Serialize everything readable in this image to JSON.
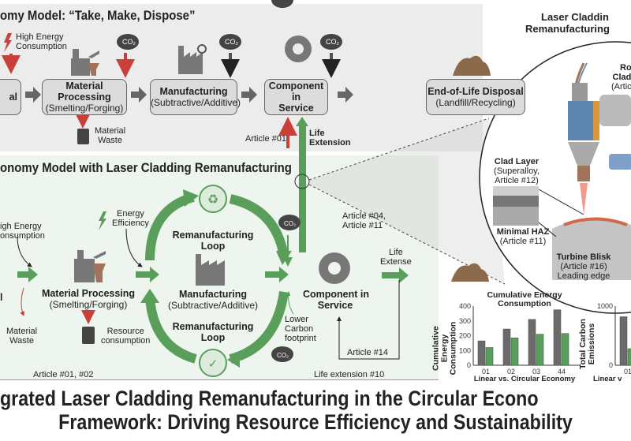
{
  "linear_panel": {
    "title": "omy Model: “Take, Make, Dispose”",
    "box_raw_partial": "al",
    "energy_note": [
      "High Energy",
      "Consumption"
    ],
    "boxes": [
      {
        "title": "Material Processing",
        "sub": "(Smelting/Forging)"
      },
      {
        "title": "Manufacturing",
        "sub": "(Subtractive/Additive)"
      },
      {
        "title": "Component in",
        "title2": "Service"
      },
      {
        "title": "End-of-Life Disposal",
        "sub": "(Landfill/Recycling)"
      }
    ],
    "co2_label": "CO₂",
    "waste_label": [
      "Material",
      "Waste"
    ],
    "article_label": "Article #01",
    "life_extension": [
      "Life",
      "Extension"
    ]
  },
  "circular_panel": {
    "title": "onomy Model with Laser Cladding Remanufacturing",
    "raw_partial": "l",
    "energy_note": [
      "igh Energy",
      "onsumption"
    ],
    "waste_label": [
      "Material",
      "Waste"
    ],
    "material_processing": {
      "title": "Material Processing",
      "sub": "(Smelting/Forging)"
    },
    "resource_label": [
      "Resource",
      "consumption"
    ],
    "efficiency_label": [
      "Energy",
      "Efficiency"
    ],
    "loop_top": [
      "Remanufacturing",
      "Loop"
    ],
    "manufacturing": {
      "title": "Manufacturing",
      "sub": "(Subtractive/Additive)"
    },
    "loop_bottom": [
      "Remanufacturing",
      "Loop"
    ],
    "co2_label": "CO₂",
    "carbon_label": [
      "Lower",
      "Carbon",
      "footprint"
    ],
    "component": [
      "Component in",
      "Service"
    ],
    "articles_04_11": [
      "Article #04,",
      "Article #11"
    ],
    "life_extense": [
      "Life",
      "Extense"
    ],
    "article_14": "Article #14",
    "article_01_02": "Article #01, #02",
    "life_extension_10": "Life extension #10"
  },
  "detail": {
    "title": [
      "Laser Claddin",
      "Remanufacturing"
    ],
    "robot": [
      "Rob",
      "Claddin",
      "(Article #"
    ],
    "clad_layer": [
      "Clad Layer",
      "(Superalloy,",
      "Article #12)"
    ],
    "haz": [
      "Minimal HAZ",
      "(Article #11)"
    ],
    "blisk": [
      "Turbine Blisk",
      "(Article #16)",
      "Leading edge"
    ]
  },
  "colors": {
    "green": "#5a9e5c",
    "red": "#c9403a",
    "gray": "#6b6b6b",
    "panel_top": "#ececec",
    "panel_bottom": "#eef4ee"
  },
  "chart_data": [
    {
      "type": "bar",
      "title": "Cumulative Energy Consumption",
      "ylabel": "Cumulative Energy Consumption",
      "xlabel": "Linear vs. Circular Economy",
      "categories": [
        "01",
        "02",
        "03",
        "44"
      ],
      "yticks": [
        0,
        100,
        200,
        300,
        400
      ],
      "ylim": [
        0,
        400
      ],
      "series": [
        {
          "color": "#6b6b6b",
          "values": [
            165,
            245,
            310,
            375
          ]
        },
        {
          "color": "#5a9e5c",
          "values": [
            120,
            185,
            210,
            215
          ]
        }
      ]
    },
    {
      "type": "bar",
      "ylabel": "Total Carbon Emissions",
      "xlabel": "Linear v",
      "categories": [
        "01"
      ],
      "yticks": [
        0,
        1000
      ],
      "ylim": [
        0,
        1000
      ],
      "series": [
        {
          "color": "#6b6b6b",
          "values": [
            820
          ]
        },
        {
          "color": "#5a9e5c",
          "values": [
            280
          ]
        }
      ]
    }
  ],
  "main_title": [
    "grated Laser Cladding Remanufacturing in the Circular Econo",
    "Framework: Driving Resource Efficiency and Sustainability"
  ]
}
